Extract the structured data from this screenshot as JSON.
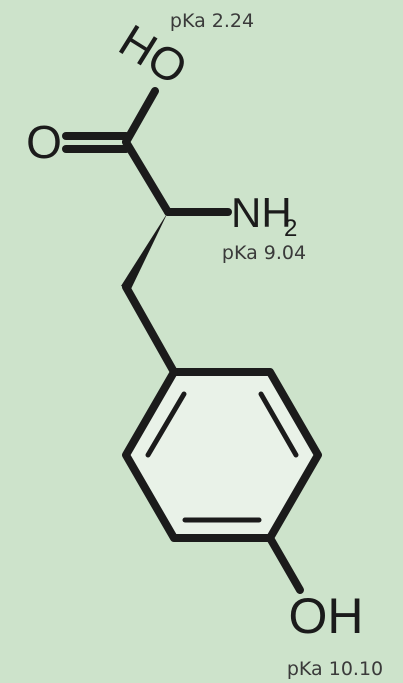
{
  "molecule": {
    "atoms": {
      "hydroxyl_top": "HO",
      "carbonyl_oxygen": "O",
      "amine": "NH",
      "amine_subscript": "2",
      "phenol_oh": "OH"
    },
    "pka": {
      "carboxyl": "pKa 2.24",
      "amine": "pKa 9.04",
      "phenol": "pKa 10.10"
    }
  },
  "colors": {
    "background": "#cde3cb",
    "bond": "#1b1b1b",
    "ring_fill": "#e9f2e8",
    "label": "#3a3a3a"
  }
}
